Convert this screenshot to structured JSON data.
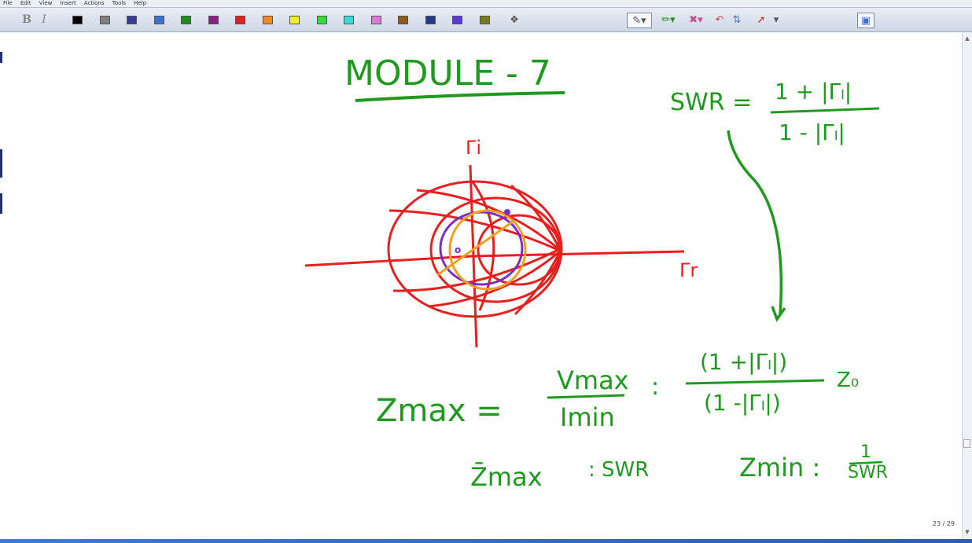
{
  "menubar": {
    "items": [
      "File",
      "Edit",
      "View",
      "Insert",
      "Actions",
      "Tools",
      "Help"
    ]
  },
  "toolbar": {
    "bold_label": "B",
    "italic_label": "I",
    "swatches": [
      "#000000",
      "#7f7f7f",
      "#3b3b98",
      "#3a6fd8",
      "#1f8a1f",
      "#8a1f8a",
      "#e01f1f",
      "#f08a1f",
      "#f0f01f",
      "#3ad83a",
      "#3ad8d8",
      "#e07ad8",
      "#8a5a1f",
      "#1f3a8a",
      "#5a3ad8",
      "#7a7a1f"
    ]
  },
  "whiteboard": {
    "title": "MODULE - 7",
    "swr_lhs": "SWR =",
    "swr_num": "1 + |Γₗ|",
    "swr_den": "1 - |Γₗ|",
    "gamma_i": "Γi",
    "gamma_r": "Γr",
    "zmax_lhs": "Zmax =",
    "vmax": "Vmax",
    "imin": "Imin",
    "eq2": ":",
    "num2": "(1 +|Γₗ|)",
    "den2": "(1 -|Γₗ|)",
    "z0": "Z₀",
    "zmax_swr_lhs": "Z̄max",
    "zmax_swr_rhs": ": SWR",
    "zmin_lhs": "Zmin :",
    "zmin_num": "1",
    "zmin_den": "SWR"
  },
  "status": {
    "page": "23 / 29"
  },
  "colors": {
    "green_ink": "#1f9a1f",
    "red_ink": "#e81f1f",
    "purple_ink": "#7a2fc8",
    "orange_ink": "#f0a020"
  }
}
